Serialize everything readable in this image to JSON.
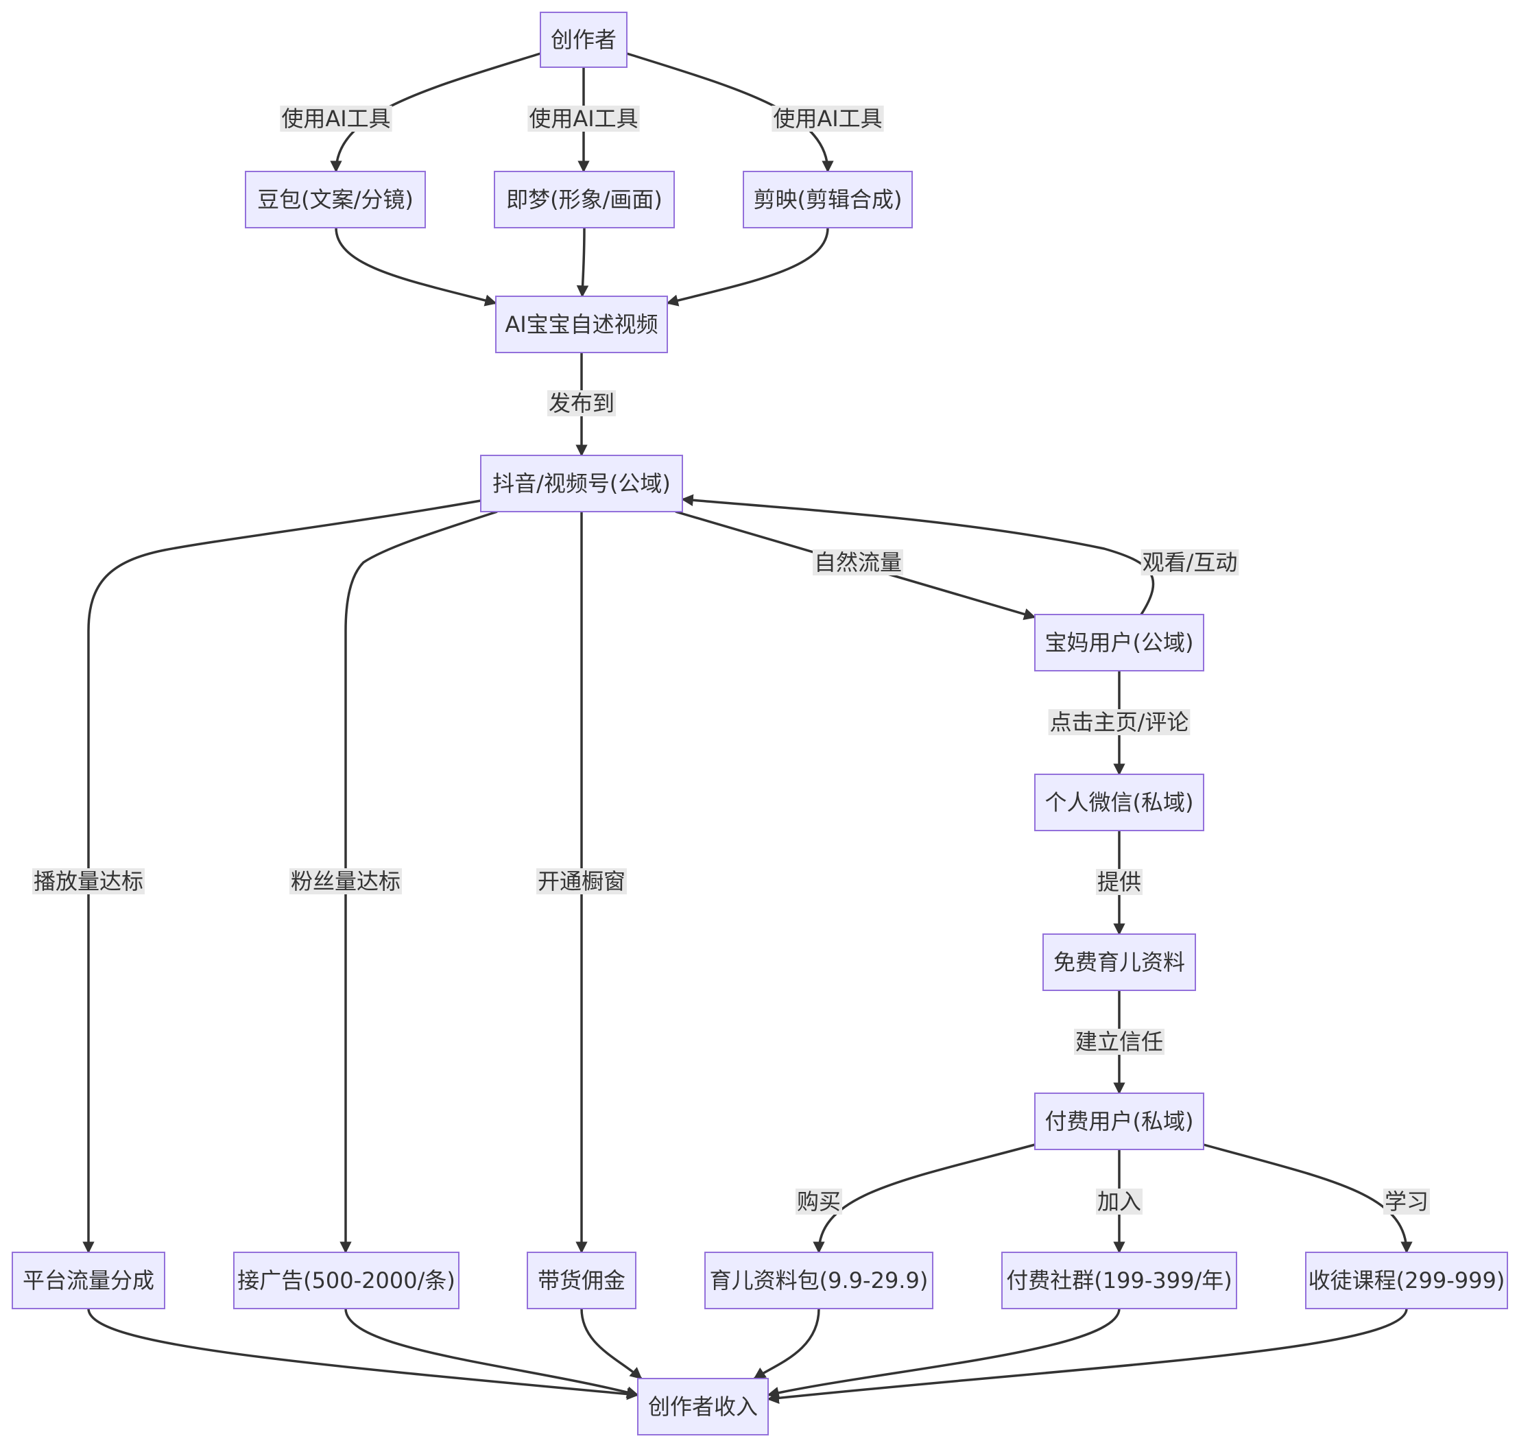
{
  "colors": {
    "node_fill": "#ECECFF",
    "node_stroke": "#9370DB",
    "edge": "#333333",
    "label_bg": "#E8E8E8",
    "text": "#333333"
  },
  "nodes": [
    {
      "id": "creator",
      "label": "创作者"
    },
    {
      "id": "doubao",
      "label": "豆包(文案/分镜)"
    },
    {
      "id": "jimeng",
      "label": "即梦(形象/画面)"
    },
    {
      "id": "jianying",
      "label": "剪映(剪辑合成)"
    },
    {
      "id": "ai_video",
      "label": "AI宝宝自述视频"
    },
    {
      "id": "douyin",
      "label": "抖音/视频号(公域)"
    },
    {
      "id": "mom_users",
      "label": "宝妈用户(公域)"
    },
    {
      "id": "wechat",
      "label": "个人微信(私域)"
    },
    {
      "id": "free_material",
      "label": "免费育儿资料"
    },
    {
      "id": "paid_users",
      "label": "付费用户(私域)"
    },
    {
      "id": "traffic_share",
      "label": "平台流量分成"
    },
    {
      "id": "ads",
      "label": "接广告(500-2000/条)"
    },
    {
      "id": "commission",
      "label": "带货佣金"
    },
    {
      "id": "material_pack",
      "label": "育儿资料包(9.9-29.9)"
    },
    {
      "id": "paid_group",
      "label": "付费社群(199-399/年)"
    },
    {
      "id": "course",
      "label": "收徒课程(299-999)"
    },
    {
      "id": "income",
      "label": "创作者收入"
    }
  ],
  "edges": [
    {
      "from": "creator",
      "to": "doubao",
      "label": "使用AI工具"
    },
    {
      "from": "creator",
      "to": "jimeng",
      "label": "使用AI工具"
    },
    {
      "from": "creator",
      "to": "jianying",
      "label": "使用AI工具"
    },
    {
      "from": "doubao",
      "to": "ai_video",
      "label": ""
    },
    {
      "from": "jimeng",
      "to": "ai_video",
      "label": ""
    },
    {
      "from": "jianying",
      "to": "ai_video",
      "label": ""
    },
    {
      "from": "ai_video",
      "to": "douyin",
      "label": "发布到"
    },
    {
      "from": "douyin",
      "to": "traffic_share",
      "label": "播放量达标"
    },
    {
      "from": "douyin",
      "to": "ads",
      "label": "粉丝量达标"
    },
    {
      "from": "douyin",
      "to": "commission",
      "label": "开通橱窗"
    },
    {
      "from": "douyin",
      "to": "mom_users",
      "label": "自然流量"
    },
    {
      "from": "mom_users",
      "to": "douyin",
      "label": "观看/互动"
    },
    {
      "from": "mom_users",
      "to": "wechat",
      "label": "点击主页/评论"
    },
    {
      "from": "wechat",
      "to": "free_material",
      "label": "提供"
    },
    {
      "from": "free_material",
      "to": "paid_users",
      "label": "建立信任"
    },
    {
      "from": "paid_users",
      "to": "material_pack",
      "label": "购买"
    },
    {
      "from": "paid_users",
      "to": "paid_group",
      "label": "加入"
    },
    {
      "from": "paid_users",
      "to": "course",
      "label": "学习"
    },
    {
      "from": "traffic_share",
      "to": "income",
      "label": ""
    },
    {
      "from": "ads",
      "to": "income",
      "label": ""
    },
    {
      "from": "commission",
      "to": "income",
      "label": ""
    },
    {
      "from": "material_pack",
      "to": "income",
      "label": ""
    },
    {
      "from": "paid_group",
      "to": "income",
      "label": ""
    },
    {
      "from": "course",
      "to": "income",
      "label": ""
    }
  ]
}
